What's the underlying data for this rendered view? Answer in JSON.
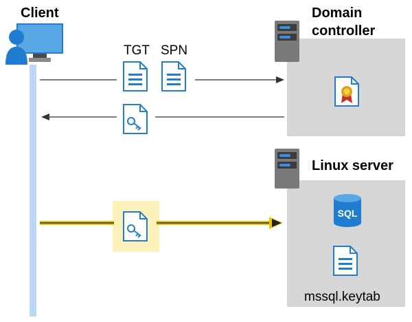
{
  "client": {
    "title": "Client"
  },
  "domain_controller": {
    "title_line1": "Domain",
    "title_line2": "controller"
  },
  "linux_server": {
    "title": "Linux server",
    "keytab_label": "mssql.keytab"
  },
  "tickets": {
    "tgt_label": "TGT",
    "spn_label": "SPN"
  },
  "icons": {
    "client": "user-computer-icon",
    "dc_server": "server-rack-icon",
    "linux_server": "server-rack-icon",
    "tgt": "document-icon",
    "spn": "document-icon",
    "service_ticket": "key-document-icon",
    "highlighted_ticket": "key-document-icon",
    "certificate": "certificate-icon",
    "sql": "sql-database-icon",
    "keytab": "document-icon"
  },
  "colors": {
    "accent_blue": "#1f7ccf",
    "timeline": "#bcd6f5",
    "panel": "#d6d6d6",
    "highlight": "#fbf1b8",
    "highlight_arrow": "#e8c800"
  }
}
